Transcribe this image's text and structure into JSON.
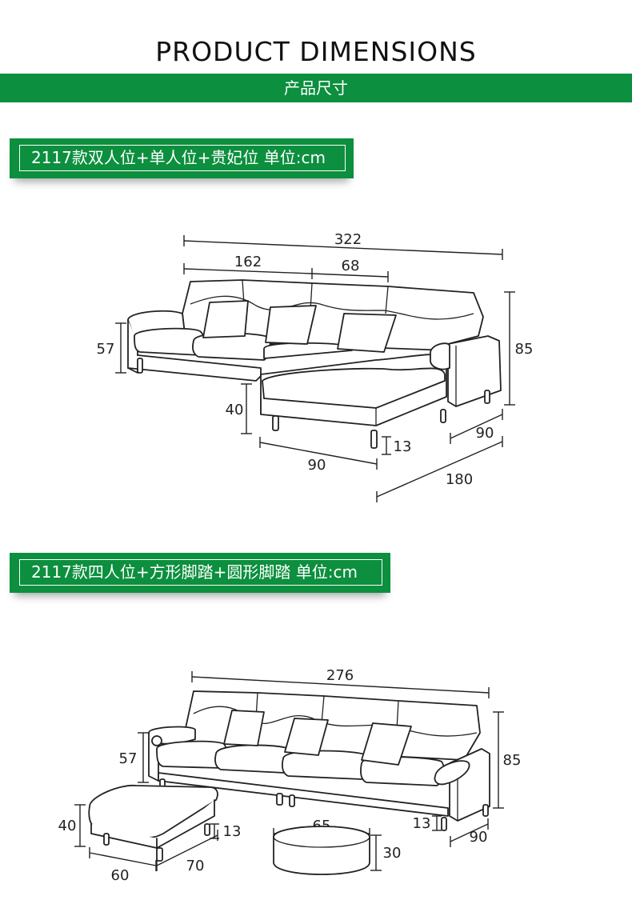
{
  "header": {
    "title": "PRODUCT DIMENSIONS",
    "subtitle": "产品尺寸"
  },
  "colors": {
    "accent_green": "#0c8f3e",
    "line": "#222222"
  },
  "section1": {
    "label": "2117款双人位+单人位+贵妃位 单位:cm",
    "dims": {
      "total_length": "322",
      "left_length": "162",
      "middle_length": "68",
      "seat_height": "57",
      "back_height": "85",
      "chaise_seat_height": "40",
      "leg_height": "13",
      "chaise_width": "90",
      "side_depth": "90",
      "chaise_length": "180"
    }
  },
  "section2": {
    "label": "2117款四人位+方形脚踏+圆形脚踏 单位:cm",
    "dims": {
      "total_length": "276",
      "seat_height": "57",
      "back_height": "85",
      "ottoman_height": "40",
      "ottoman_leg": "13",
      "ottoman_width": "60",
      "ottoman_depth": "70",
      "round_diameter": "65",
      "round_height": "30",
      "sofa_leg": "13",
      "sofa_depth": "90"
    }
  }
}
